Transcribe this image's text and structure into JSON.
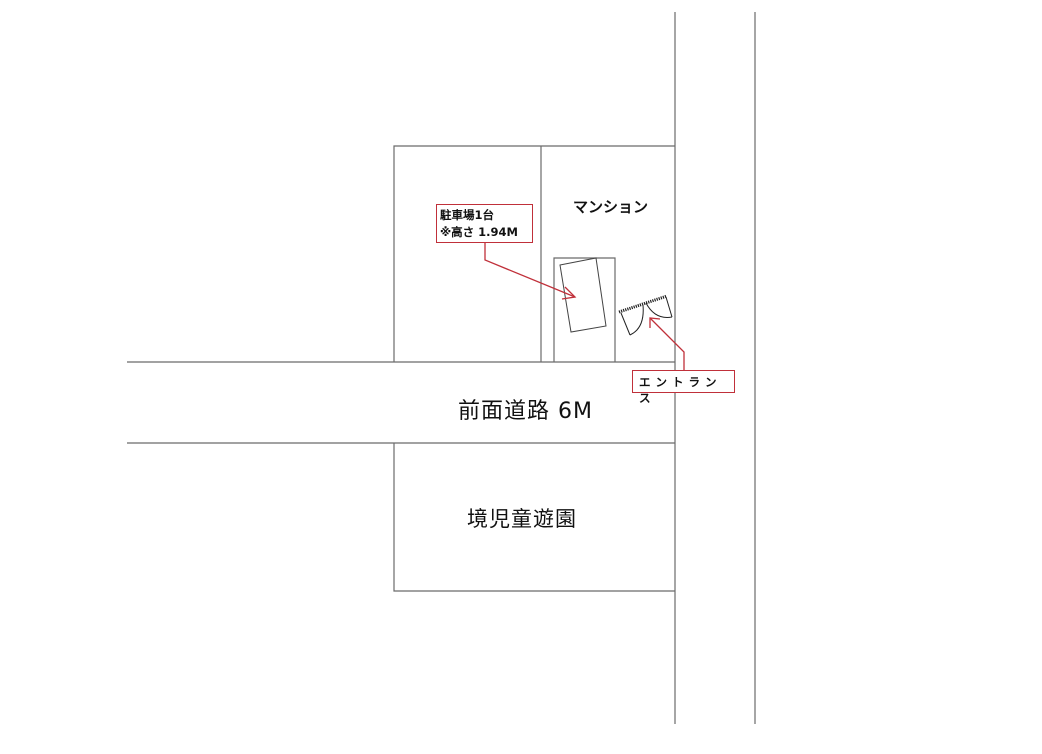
{
  "diagram": {
    "type": "site-map",
    "labels": {
      "mansion": "マンション",
      "parking_line1": "駐車場1台",
      "parking_line2": "※高さ 1.94M",
      "entrance": "エントランス",
      "front_road": "前面道路 6M",
      "park": "境児童遊園"
    },
    "colors": {
      "lines": "#6b6b6b",
      "callout": "#c0303a",
      "text": "#111111",
      "background": "#ffffff"
    }
  }
}
